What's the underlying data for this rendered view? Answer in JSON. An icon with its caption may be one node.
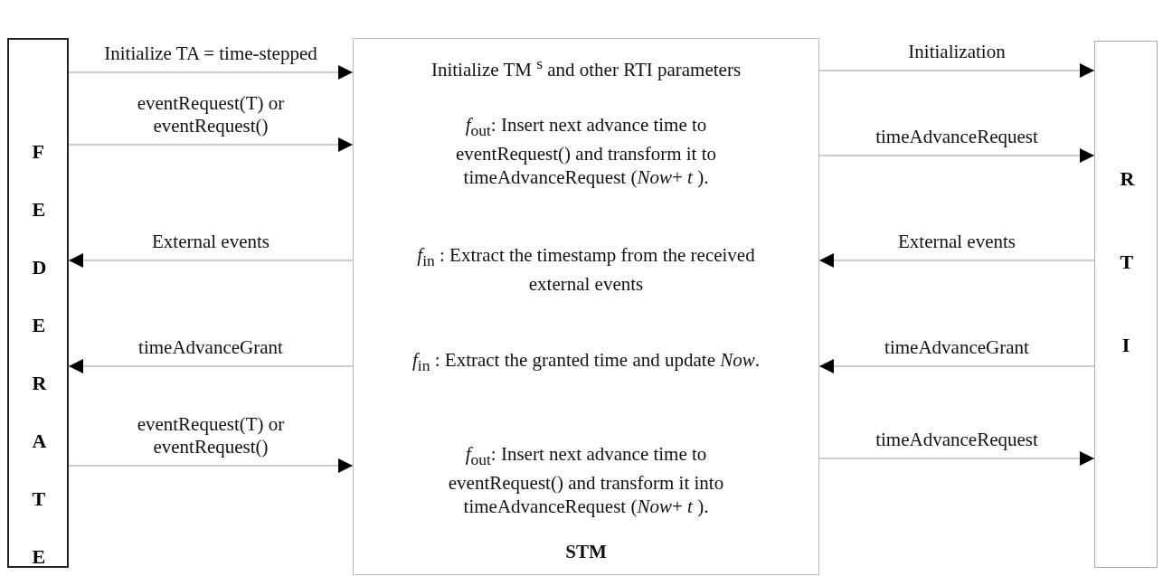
{
  "diagram": {
    "nodes": [
      {
        "text": [
          "FEDERATE"
        ]
      },
      {
        "text": [
          "Initialize TM $^{s}$ and other RTI parameters",
          "*f*$_{out}$: Insert next advance time to eventRequest() and transform it to timeAdvanceRequest (*Now*+ *t* ).",
          "*f*$_{in}$ : Extract the timestamp from the received external events",
          "*f*$_{in}$ : Extract the granted time and update *Now*.",
          "*f*$_{out}$: Insert next advance time to eventRequest() and transform it into timeAdvanceRequest (*Now*+ *t* ).",
          "STM"
        ]
      },
      {
        "text": [
          "RTI"
        ]
      }
    ],
    "edges": [
      {
        "from": 0,
        "to": 1,
        "arrow": "to",
        "label": "Initialize TA = time-stepped"
      },
      {
        "from": 1,
        "to": 2,
        "arrow": "to",
        "label": "Initialization"
      },
      {
        "from": 0,
        "to": 1,
        "arrow": "to",
        "label": "eventRequest(T) or eventRequest()"
      },
      {
        "from": 1,
        "to": 2,
        "arrow": "to",
        "label": "timeAdvanceRequest"
      },
      {
        "from": 1,
        "to": 0,
        "arrow": "to",
        "label": "External events"
      },
      {
        "from": 2,
        "to": 1,
        "arrow": "to",
        "label": "External events"
      },
      {
        "from": 1,
        "to": 0,
        "arrow": "to",
        "label": "timeAdvanceGrant"
      },
      {
        "from": 2,
        "to": 1,
        "arrow": "to",
        "label": "timeAdvanceGrant"
      },
      {
        "from": 0,
        "to": 1,
        "arrow": "to",
        "label": "eventRequest(T) or eventRequest()"
      },
      {
        "from": 1,
        "to": 2,
        "arrow": "to",
        "label": "timeAdvanceRequest"
      }
    ]
  }
}
